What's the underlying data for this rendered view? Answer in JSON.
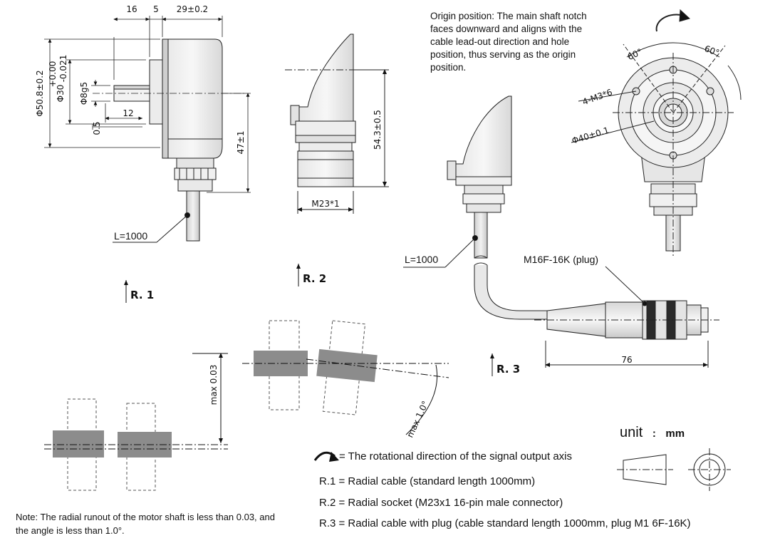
{
  "dims_r1": {
    "d16": "16",
    "d5": "5",
    "d29": "29±0.2",
    "d508": "Φ50.8±0.2",
    "d30": "Φ30",
    "d30_tol_up": "+0.00",
    "d30_tol_dn": "-0.021",
    "d8": "Φ8g5",
    "d12": "12",
    "d05": "0.5",
    "d47": "47±1",
    "cable": "L=1000"
  },
  "dims_r2": {
    "d543": "54.3±0.5",
    "thread": "M23*1"
  },
  "dims_r3": {
    "cable": "L=1000",
    "plug": "M16F-16K (plug)",
    "d76": "76"
  },
  "dims_front": {
    "a1": "60°",
    "a2": "60°",
    "holes": "4-M3*6",
    "pcd": "Φ40±0.1"
  },
  "views": {
    "r1": "R. 1",
    "r2": "R. 2",
    "r3": "R. 3"
  },
  "runout": {
    "max_offset": "max 0.03",
    "max_angle": "max 1.0°"
  },
  "origin_note": "Origin position: The main shaft notch faces downward and aligns with the cable lead-out direction and hole position, thus serving as the origin position.",
  "unit": {
    "label": "unit",
    "colon": ":",
    "value": "mm"
  },
  "legend": {
    "rotation": "= The rotational direction of the signal output axis",
    "r1": "R.1 = Radial cable (standard length 1000mm)",
    "r2": "R.2 = Radial socket (M23x1 16-pin male connector)",
    "r3": "R.3 = Radial cable with plug (cable standard length 1000mm, plug M1 6F-16K)"
  },
  "note": "Note: The radial runout of the motor shaft is less than 0.03, and the angle is less than 1.0°."
}
